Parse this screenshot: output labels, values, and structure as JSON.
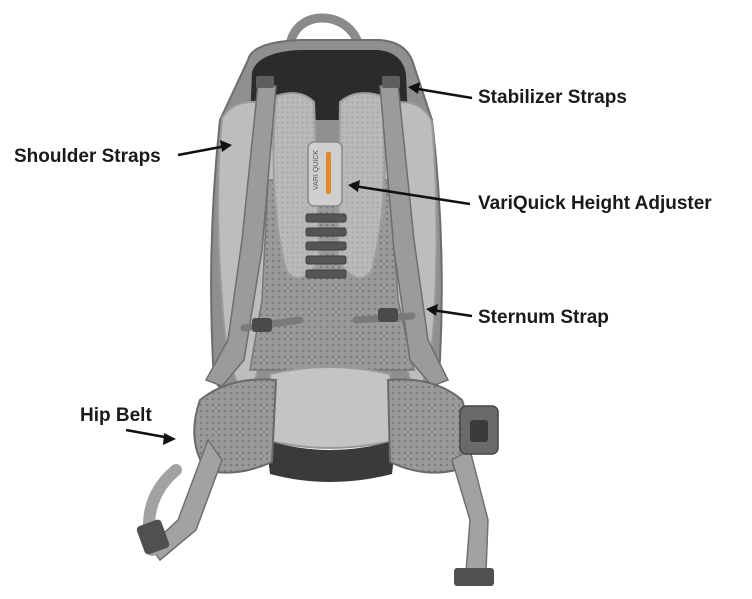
{
  "labels": {
    "stabilizer": "Stabilizer Straps",
    "shoulder": "Shoulder Straps",
    "variquick": "VariQuick Height Adjuster",
    "sternum": "Sternum Strap",
    "hipbelt": "Hip Belt"
  },
  "tag_text": "VARI QUICK",
  "colors": {
    "frame": "#8f8f8f",
    "frame_dark": "#6e6e6e",
    "padding": "#bdbdbd",
    "mesh": "#a9a9a9",
    "panel_dark": "#2b2b2b",
    "accent": "#e08a2c",
    "text": "#1a1a1a"
  }
}
